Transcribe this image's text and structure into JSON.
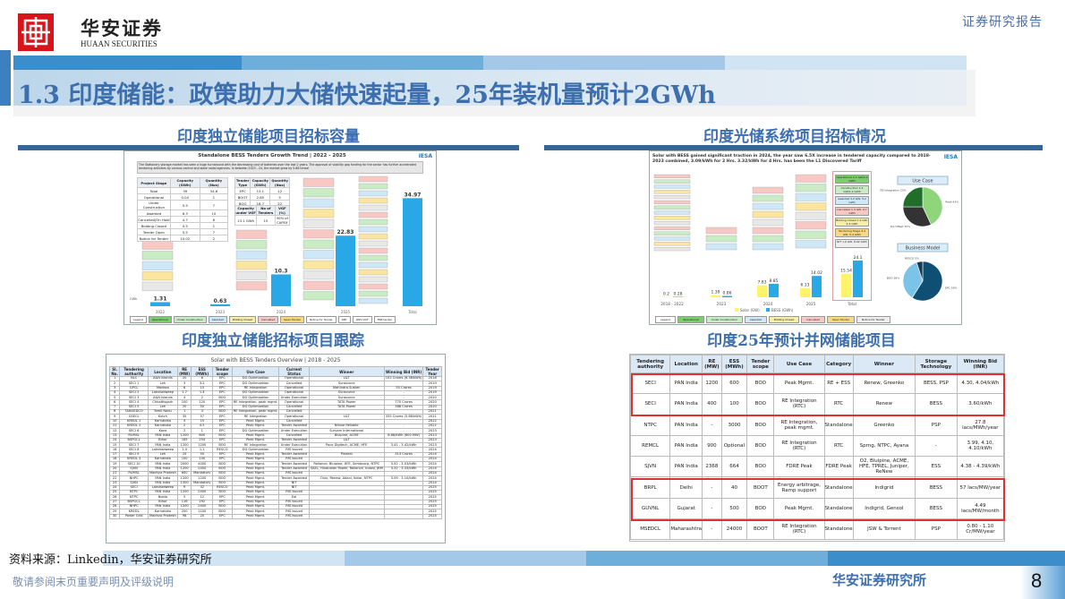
{
  "header": {
    "logo_cn": "华安证券",
    "logo_en": "HUAAN SECURITIES",
    "report_tag": "证券研究报告"
  },
  "title": "1.3 印度储能：政策助力大储快速起量，25年装机量预计2GWh",
  "sections": {
    "top_left": "印度独立储能项目招标容量",
    "top_right": "印度光储系统项目招标情况",
    "bottom_left": "印度独立储能招标项目跟踪",
    "bottom_right": "印度25年预计并网储能项目"
  },
  "colors": {
    "accent": "#3d6fae",
    "bar": "#336699",
    "bess": "#29a8e8",
    "solar": "#fff36b",
    "highlight": "#e03030"
  },
  "chart_data": [
    {
      "type": "bar",
      "title": "Standalone BESS Tenders Growth Trend | 2022 - 2025",
      "brand": "IESA",
      "description": "The Stationary storage market has seen a huge turnaround with the decreasing cost of batteries over the last 2 years. The approval of viability gap funding for the sector has further accelerated tendering activities by various central and state nodal agencies. In between 2023 - 24, the market grew by 5.88 times!",
      "unit_label": "GWh",
      "categories": [
        "2022",
        "2023",
        "2024",
        "2025",
        "Total"
      ],
      "values": [
        1.31,
        0.63,
        10.3,
        22.83,
        34.97
      ],
      "stage_table": {
        "headers": [
          "Project Stage",
          "Capacity (GWh)",
          "Quantity (Nos)"
        ],
        "rows": [
          [
            "Total",
            "39",
            "34.8"
          ],
          [
            "Operational",
            "0.04",
            "1"
          ],
          [
            "Under Construction",
            "5.5",
            "7"
          ],
          [
            "Awarded",
            "6.3",
            "10"
          ],
          [
            "Cancelled/On Hold",
            "4.7",
            "6"
          ],
          [
            "Bidding Closed",
            "0.5",
            "1"
          ],
          [
            "Tender Open",
            "5.5",
            "7"
          ],
          [
            "Notice for Tender",
            "10.02",
            "2"
          ]
        ]
      },
      "type_table": {
        "headers": [
          "Tender Type",
          "Capacity (GWh)",
          "Quantity (Nos)"
        ],
        "rows": [
          [
            "EPC",
            "13.1",
            "12"
          ],
          [
            "BOOT",
            "2.85",
            "5"
          ],
          [
            "BOO",
            "18.7",
            "22"
          ]
        ]
      },
      "vgf_table": {
        "headers": [
          "Capacity under VGF",
          "No of Tenders",
          "VGF (%)"
        ],
        "rows": [
          [
            "13.1 GWh",
            "15",
            "30% of CAPEX"
          ]
        ]
      },
      "legend": [
        "Legend",
        "Operational",
        "Under Construction",
        "Awarded",
        "Bidding Closed",
        "Cancelled",
        "Open Tender",
        "Notice for Tender",
        "DBY",
        "With VGF",
        "FRB tender"
      ]
    },
    {
      "type": "bar",
      "title": "Solar with BESS gained significant traction in 2024, the year saw 6.5X increase in tendered capacity compared to 2018-2023 combined, 3.09/kWh for 2 Hrs. 3.32/kWh for 4 Hrs. has been the L1 Discovered Tariff",
      "brand": "IESA",
      "categories": [
        "2018 - 2022",
        "2023",
        "2024",
        "2025",
        "Total"
      ],
      "series": [
        {
          "name": "Solar (GW)",
          "values": [
            0.2,
            1.39,
            7.83,
            6.13,
            15.54
          ]
        },
        {
          "name": "BESS (GWh)",
          "values": [
            0.28,
            0.86,
            8.85,
            14.02,
            24.1
          ]
        }
      ],
      "pies": [
        {
          "title": "Use Case",
          "slices": [
            {
              "label": "Peak 43%",
              "value": 43
            },
            {
              "label": "DG Offset 32%",
              "value": 32
            },
            {
              "label": "RE Integration 25%",
              "value": 25
            }
          ]
        },
        {
          "title": "Business Model",
          "slices": [
            {
              "label": "EPC 59%",
              "value": 59
            },
            {
              "label": "BOO 36%",
              "value": 36
            },
            {
              "label": "RESCO 5%",
              "value": 5
            }
          ]
        }
      ],
      "total_boxes": [
        "Operational 0.2 GW/0.2 GWh",
        "Construction 1.2 GW/1.2 GWh",
        "Awarded 3.2 GW, 5.2 GWh",
        "Cancelled 1.3 GW, 0.7 GWh",
        "Bidding Closed 1.2 GW, 2.4 GWh",
        "Tendering Stage 3.4 GW, 5.4 GWh",
        "NIT 1.0 GW, 8.02 GWh"
      ],
      "legend": [
        "Legend",
        "Operational",
        "Under Construction",
        "Awarded",
        "Bidding Closed",
        "Cancelled",
        "Open Tender",
        "Notice for Tender"
      ]
    }
  ],
  "left_table": {
    "title": "Solar with BESS Tenders Overview | 2018 - 2025",
    "headers": [
      "Sl. No.",
      "Tendering authority",
      "Location",
      "RE (MW)",
      "ESS (MWh)",
      "Tender scope",
      "Use Case",
      "Current Status",
      "Winner",
      "Winning Bid (INR)",
      "Tender Year"
    ],
    "rows": [
      [
        "1",
        "NLC",
        "A&N Islands",
        "20",
        "8",
        "EPC",
        "DG Optimization",
        "Operational",
        "L&T",
        "102 Crores (6.38/kWh)",
        "2018"
      ],
      [
        "2",
        "SECI 1",
        "Leh",
        "3",
        "3.2",
        "EPC",
        "DG Optimization",
        "Cancelled",
        "Sunsource",
        "",
        "2019"
      ],
      [
        "3",
        "GPCL",
        "Modasa",
        "6",
        "15",
        "EPC",
        "RE Integration",
        "Operational",
        "Mahindra-Susten",
        "55 Crores",
        "2019"
      ],
      [
        "4",
        "SECI 2",
        "Lakshadweep",
        "1.7",
        "1.4",
        "EPC",
        "DG Optimization",
        "Operational",
        "Sunsource",
        "-",
        "2019"
      ],
      [
        "5",
        "SECI 3",
        "A&N Islands",
        "4",
        "2",
        "BOO",
        "DG Optimization",
        "Under Execution",
        "Sunsource",
        "-",
        "2020"
      ],
      [
        "6",
        "SECI 4",
        "Chhattisgarh",
        "100",
        "120",
        "EPC",
        "RE Integration, peak mgmt.",
        "Operational",
        "TATA Power",
        "770 Crores",
        "2020"
      ],
      [
        "7",
        "SECI 5",
        "Leh",
        "20",
        "50",
        "EPC",
        "DG Optimization",
        "Cancelled",
        "TATA Power",
        "388 Crores",
        "2020"
      ],
      [
        "8",
        "TANGEDCO",
        "Tamil Nadu",
        "1",
        "3",
        "BOO",
        "RE Integration, peak mgmt.",
        "Cancelled",
        "",
        "",
        "2021"
      ],
      [
        "9",
        "GSECL",
        "Kutch",
        "35",
        "57",
        "EPC",
        "RE Integration",
        "Operational",
        "L&T",
        "335 Crores (5.86/kWh)",
        "2021"
      ],
      [
        "10",
        "KREDL 1",
        "Karnataka",
        "5",
        "15",
        "EPC",
        "Peak Mgmt.",
        "Cancelled",
        "",
        "",
        "2022"
      ],
      [
        "11",
        "KREDL 2",
        "Karnataka",
        "2",
        "4.5",
        "EPC",
        "Peak Mgmt.",
        "Tender Awarded",
        "Nituse Reliable",
        "-",
        "2022"
      ],
      [
        "12",
        "SECI 6",
        "Kaza",
        "2",
        "1",
        "EPC",
        "DG Optimization",
        "Under Execution",
        "Suryam International",
        "-",
        "2023"
      ],
      [
        "13",
        "RUMSL",
        "PAN India",
        "1200",
        "600",
        "BOO",
        "Peak Mgmt.",
        "Cancelled",
        "Bluipine, ACME",
        "6.68/kWh (600 MW)",
        "2023"
      ],
      [
        "14",
        "BSPGCL",
        "Bihar",
        "185",
        "254",
        "EPC",
        "Peak Mgmt.",
        "Tender Awarded",
        "L&T",
        "",
        "2023"
      ],
      [
        "15",
        "SECI 7",
        "PAN India",
        "1200",
        "1200",
        "BOO",
        "RE Integration",
        "Under Execution",
        "Pace Digitech, ACME, HFE",
        "3.41 - 3.42/kWh",
        "2023"
      ],
      [
        "16",
        "SECI 8",
        "Lakshadweep",
        "1.4",
        "1.1",
        "RESCO",
        "DG Optimization",
        "RfS Issued",
        "",
        "",
        "2024"
      ],
      [
        "17",
        "SECI 9",
        "Leh",
        "25",
        "50",
        "EPC",
        "Peak Mgmt.",
        "Tender Awarded",
        "Prozeal",
        "313 Crores",
        "2024"
      ],
      [
        "18",
        "KREDL 3",
        "Karnataka",
        "100",
        "100",
        "EPC",
        "Peak Mgmt.",
        "RfS Issued",
        "",
        "",
        "2024"
      ],
      [
        "19",
        "SECI 10",
        "PAN India",
        "2000",
        "4000",
        "BOO",
        "Peak Mgmt.",
        "Tender Awarded",
        "Reliance, Bluipine, HFE, Sembcorp, NTPC",
        "3.52 - 3.53/kWh",
        "2024"
      ],
      [
        "20",
        "SJVN",
        "PAN India",
        "1200",
        "2400",
        "BOO",
        "Peak Mgmt.",
        "Tender Awarded",
        "SAEL, Hindustan Power, Reliance, Indosl, JBM",
        "3.32 - 3.33/kWh",
        "2024"
      ],
      [
        "21",
        "RUMSL",
        "Madhya Pradesh",
        "600",
        "Mandatory",
        "BOO",
        "Peak Mgmt.",
        "RfS Issued",
        "",
        "",
        "2024"
      ],
      [
        "22",
        "NHPC",
        "PAN India",
        "1200",
        "1200",
        "BOO",
        "Peak Mgmt.",
        "Tender Awarded",
        "Onix, Renew, Adani, Kotar, NTPC",
        "3.09 - 3.10/kWh",
        "2024"
      ],
      [
        "23",
        "SJVN",
        "PAN India",
        "1500",
        "Mandatory",
        "BOO",
        "Peak Mgmt.",
        "NIT",
        "",
        "",
        "2024"
      ],
      [
        "24",
        "SECI",
        "Lakshadweep",
        "9",
        "32",
        "RESCO",
        "Peak Mgmt.",
        "NIT",
        "",
        "",
        "2025"
      ],
      [
        "25",
        "NTPC",
        "PAN India",
        "1200",
        "2400",
        "BOO",
        "Peak Mgmt.",
        "RfS Issued",
        "",
        "",
        "2025"
      ],
      [
        "26",
        "NTPC",
        "Noida",
        "5",
        "12",
        "EPC",
        "Peak Mgmt.",
        "EoI",
        "",
        "",
        "2025"
      ],
      [
        "27",
        "BSPGCL",
        "Bihar",
        "116",
        "292",
        "EPC",
        "Peak Mgmt.",
        "RfS Issued",
        "",
        "",
        "2025"
      ],
      [
        "28",
        "NHPC",
        "PAN India",
        "1200",
        "2400",
        "BOO",
        "Peak Mgmt.",
        "RfS Issued",
        "",
        "",
        "2025"
      ],
      [
        "29",
        "KREDL",
        "Karnataka",
        "250",
        "1100",
        "BOO",
        "Peak Mgmt.",
        "RfS Issued",
        "",
        "",
        "2025"
      ],
      [
        "30",
        "Power Grid",
        "Madhya Pradesh",
        "98",
        "20",
        "EPC",
        "Peak Mgmt.",
        "RfS Issued",
        "",
        "",
        "2025"
      ]
    ]
  },
  "right_table": {
    "headers": [
      "Tendering authority",
      "Location",
      "RE (MW)",
      "ESS (MWh)",
      "Tender scope",
      "Use Case",
      "Category",
      "Winner",
      "Storage Technology",
      "Winning Bid (INR)"
    ],
    "rows": [
      [
        "SECI",
        "PAN India",
        "1200",
        "600",
        "BOO",
        "Peak Mgmt.",
        "RE + ESS",
        "Renew, Greenko",
        "BESS, PSP",
        "4.30, 4.04/kWh"
      ],
      [
        "SECI",
        "PAN India",
        "400",
        "100",
        "BOO",
        "RE Integration (RTC)",
        "RTC",
        "Renew",
        "BESS",
        "3.60/kWh"
      ],
      [
        "NTPC",
        "PAN India",
        "-",
        "3000",
        "BOO",
        "RE Integration, peak mgmt.",
        "Standalone",
        "Greenko",
        "PSP",
        "27.8 lacs/MWh/year"
      ],
      [
        "REMCL",
        "PAN India",
        "900",
        "Optional",
        "BOO",
        "RE Integration (RTC)",
        "RTC",
        "Sprng, NTPC, Ayana",
        "-",
        "3.99, 4.10, 4.10/kWh"
      ],
      [
        "SJVN",
        "PAN India",
        "2368",
        "664",
        "BOO",
        "FDRE Peak",
        "FDRE Peak",
        "O2, Bluipine, ACME, HFE, TPREL, Juniper, ReNew",
        "ESS",
        "4.38 - 4.39/kWh"
      ],
      [
        "BRPL",
        "Delhi",
        "-",
        "40",
        "BOOT",
        "Energy arbitrage, Ramp support",
        "Standalone",
        "Indigrid",
        "BESS",
        "57 lacs/MW/year"
      ],
      [
        "GUVNL",
        "Gujarat",
        "-",
        "500",
        "BOO",
        "Peak Mgmt.",
        "Standalone",
        "Indigrid, Gensol",
        "BESS",
        "4.49 lacs/MW/month"
      ],
      [
        "MSEDCL",
        "Maharashtra",
        "-",
        "24000",
        "BOOT",
        "RE Integration (RTC)",
        "Standalone",
        "JSW & Torrent",
        "PSP",
        "0.80 - 1.10 Cr/MW/year"
      ]
    ]
  },
  "footer": {
    "source": "资料来源：Linkedin，华安证券研究所",
    "disclaimer": "敬请参阅末页重要声明及评级说明",
    "firm": "华安证券研究所",
    "page": "8"
  }
}
